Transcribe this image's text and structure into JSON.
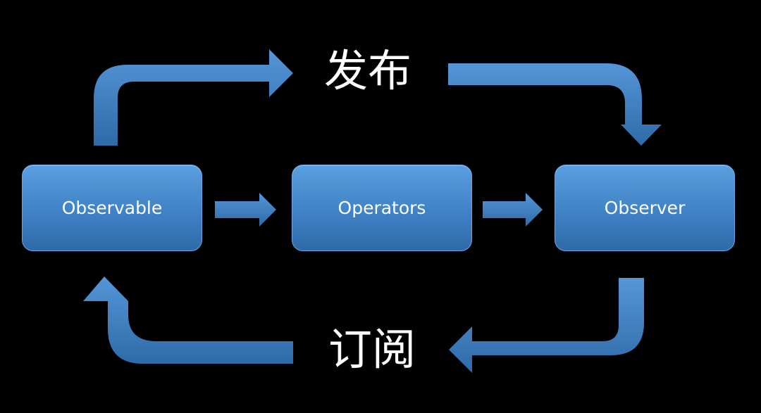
{
  "diagram": {
    "nodes": {
      "observable": "Observable",
      "operators": "Operators",
      "observer": "Observer"
    },
    "labels": {
      "publish": "发布",
      "subscribe": "订阅"
    },
    "colors": {
      "background": "#000000",
      "node_fill": "#4a8fd4",
      "arrow_fill": "#3f80c4",
      "text": "#ffffff"
    }
  }
}
